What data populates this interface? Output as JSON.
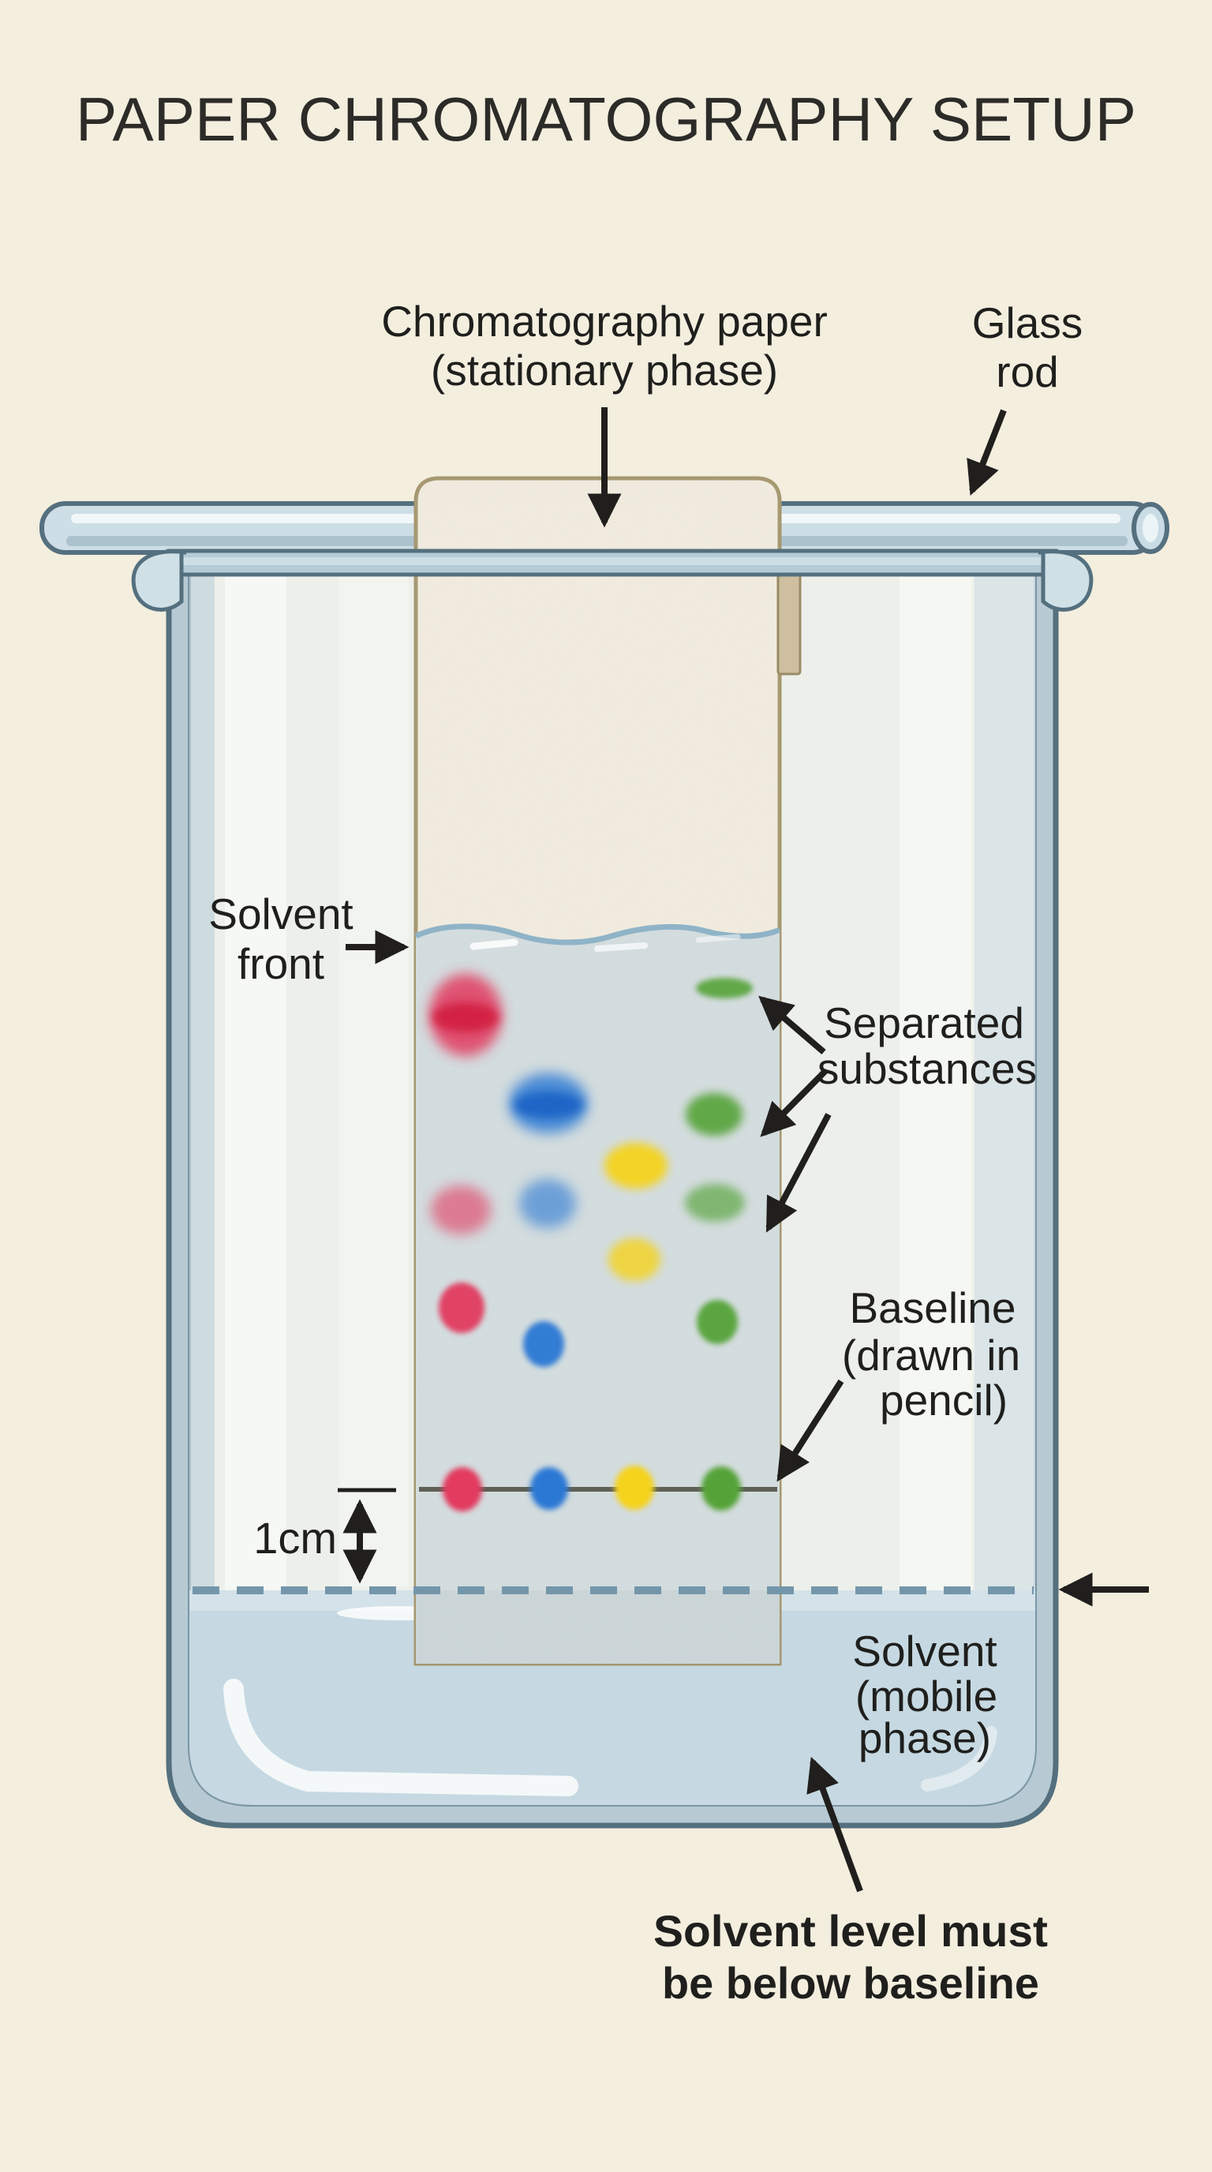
{
  "title": "PAPER CHROMATOGRAPHY SETUP",
  "labels": {
    "chromatography_paper": {
      "line1": "Chromatography paper",
      "line2": "(stationary phase)"
    },
    "glass_rod": {
      "line1": "Glass",
      "line2": "rod"
    },
    "solvent_front": {
      "line1": "Solvent",
      "line2": "front"
    },
    "separated_substances": {
      "line1": "Separated",
      "line2": "substances"
    },
    "baseline": {
      "line1": "Baseline",
      "line2": "(drawn in",
      "line3": "pencil)"
    },
    "distance_marker": "1cm",
    "solvent_mobile": {
      "line1": "Solvent",
      "line2": "(mobile",
      "line3": "phase)"
    },
    "solvent_level_note": {
      "line1": "Solvent level must",
      "line2": "be below baseline"
    }
  },
  "colors": {
    "background": "#f3eede",
    "title_text": "#2c2b28",
    "label_text": "#1f1f1d",
    "arrow": "#201f1d",
    "glass_outline": "#54707f",
    "glass_band": "#b7cad3",
    "glass_rim": "#cfe0e7",
    "glass_interior": "#edf0ea",
    "rod_fill": "#cddee6",
    "rod_highlight": "#f2f8fa",
    "rod_shadow": "#a6bec9",
    "solvent": "#c6d9e2",
    "solvent_surface": "#dbe7ec",
    "paper_dry": "#f3eee1",
    "paper_wet": "#d4dee1",
    "paper_border": "#a5976f",
    "paper_tab": "#cdbf9f",
    "solvent_front_line": "#8fb3c7",
    "dashed_line": "#7396ab",
    "pencil_line": "#5f6055",
    "red": "#e23a5e",
    "red_core": "#d11a41",
    "blue": "#2a78d4",
    "blue_core": "#135fc4",
    "yellow": "#f5d31c",
    "green": "#55a339"
  }
}
